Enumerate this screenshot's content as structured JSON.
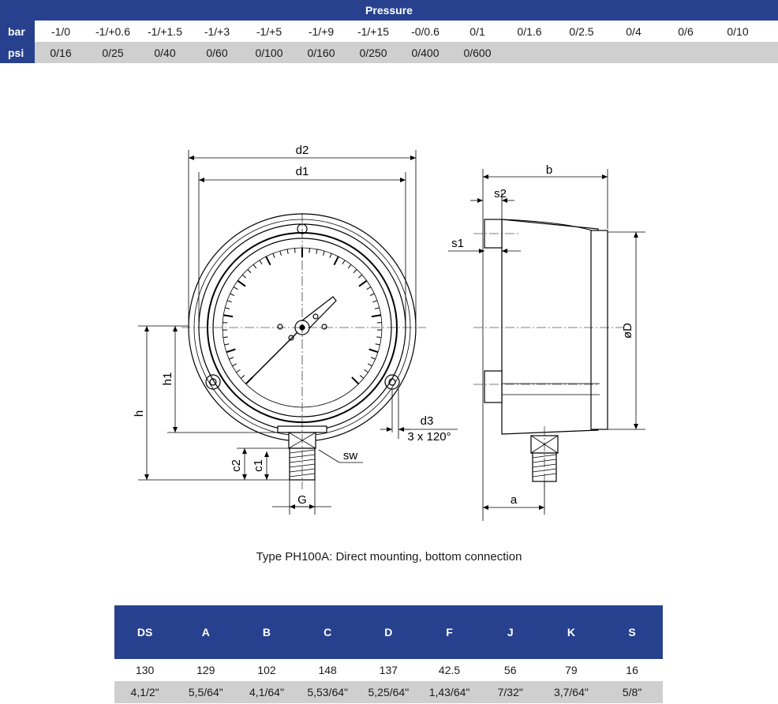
{
  "pressure_table": {
    "title": "Pressure",
    "rows": [
      {
        "label": "bar",
        "values": [
          "-1/0",
          "-1/+0.6",
          "-1/+1.5",
          "-1/+3",
          "-1/+5",
          "-1/+9",
          "-1/+15",
          "-0/0.6",
          "0/1",
          "0/1.6",
          "0/2.5",
          "0/4",
          "0/6",
          "0/10"
        ]
      },
      {
        "label": "psi",
        "values": [
          "0/16",
          "0/25",
          "0/40",
          "0/60",
          "0/100",
          "0/160",
          "0/250",
          "0/400",
          "0/600",
          "",
          "",
          "",
          "",
          ""
        ]
      }
    ]
  },
  "drawing": {
    "labels": {
      "d2": "d2",
      "d1": "d1",
      "b": "b",
      "s2": "s2",
      "s1": "s1",
      "diam_D": "øD",
      "h1": "h1",
      "h": "h",
      "d3": "d3",
      "holes": "3 x 120°",
      "sw": "sw",
      "c2": "c2",
      "c1": "c1",
      "G": "G",
      "a": "a"
    },
    "caption": "Type PH100A: Direct mounting, bottom connection"
  },
  "dimensions_table": {
    "headers": [
      "DS",
      "A",
      "B",
      "C",
      "D",
      "F",
      "J",
      "K",
      "S"
    ],
    "rows": [
      [
        "130",
        "129",
        "102",
        "148",
        "137",
        "42.5",
        "56",
        "79",
        "16"
      ],
      [
        "4,1/2\"",
        "5,5/64\"",
        "4,1/64\"",
        "5,53/64\"",
        "5,25/64\"",
        "1,43/64\"",
        "7/32\"",
        "3,7/64\"",
        "5/8\""
      ]
    ]
  },
  "colors": {
    "header_blue": "#27418f",
    "row_gray": "#cfcfcf"
  }
}
